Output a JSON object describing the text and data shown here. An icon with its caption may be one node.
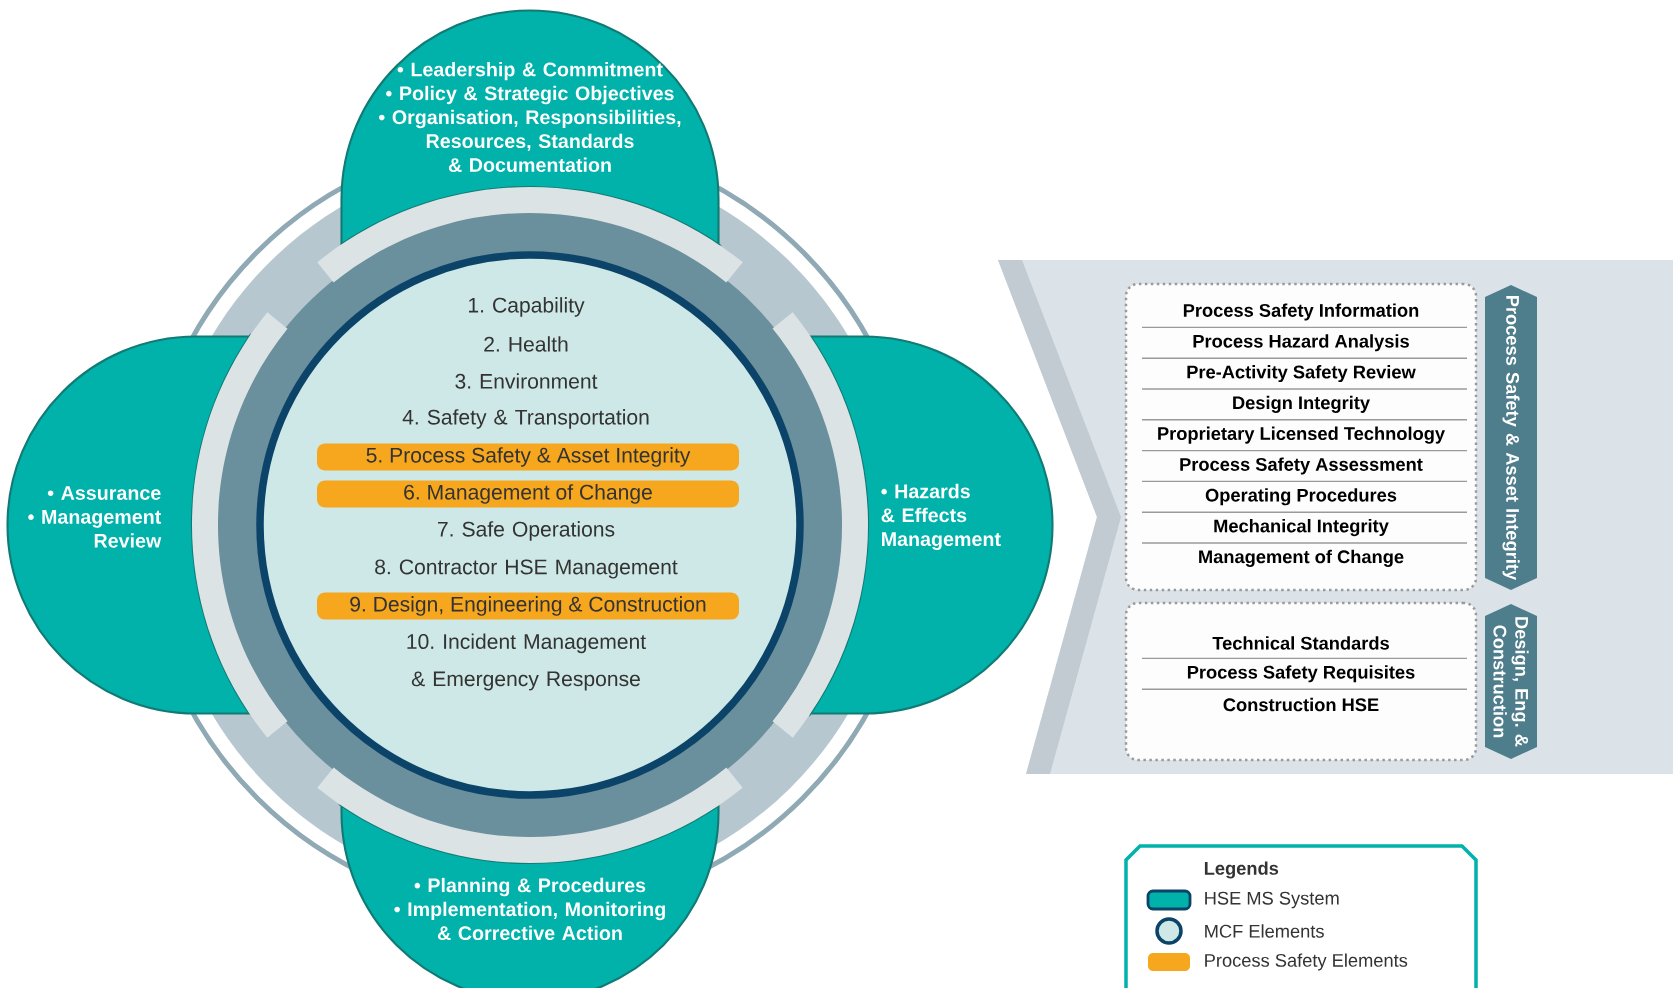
{
  "diagram": {
    "nodes": [
      {
        "text": [
          "• Leadership & Commitment",
          "• Policy & Strategic Objectives",
          "• Organisation, Responsibilities, Resources, Standards & Documentation"
        ]
      },
      {
        "text": [
          "• Assurance",
          "• Management Review"
        ]
      },
      {
        "text": [
          "1. Capability",
          "2. Health",
          "3. Environment",
          "4. Safety & Transportation",
          "7. Safe Operations",
          "8. Contractor HSE Management",
          "10. Incident Management & Emergency Response"
        ]
      },
      {
        "text": [
          "5. Process Safety & Asset Integrity"
        ],
        "in": 2
      },
      {
        "text": [
          "6. Management of Change"
        ],
        "in": 2
      },
      {
        "text": [
          "9. Design, Engineering & Construction"
        ],
        "in": 2
      },
      {
        "text": [
          "• Hazards & Effects Management"
        ]
      },
      {
        "text": [
          "• Planning & Procedures",
          "• Implementation, Monitoring & Corrective Action"
        ]
      },
      {
        "text": [
          "Process Safety Information",
          "Process Hazard Analysis",
          "Pre-Activity Safety Review",
          "Design Integrity",
          "Proprietary Licensed Technology",
          "Process Safety Assessment",
          "Operating Procedures",
          "Mechanical Integrity",
          "Management of Change"
        ]
      },
      {
        "text": [
          "Process Safety & Asset Integrity"
        ]
      },
      {
        "text": [
          "Technical Standards",
          "Process Safety Requisites",
          "Construction HSE"
        ]
      },
      {
        "text": [
          "Design, Eng. & Construction"
        ]
      }
    ],
    "labels": [
      "Legends"
    ],
    "legend": [
      {
        "text": "HSE MS System",
        "color": "#00b2aa"
      },
      {
        "text": "MCF Elements",
        "color": "#cde8e6"
      },
      {
        "text": "Process Safety Elements",
        "color": "#f6a71e"
      }
    ]
  }
}
